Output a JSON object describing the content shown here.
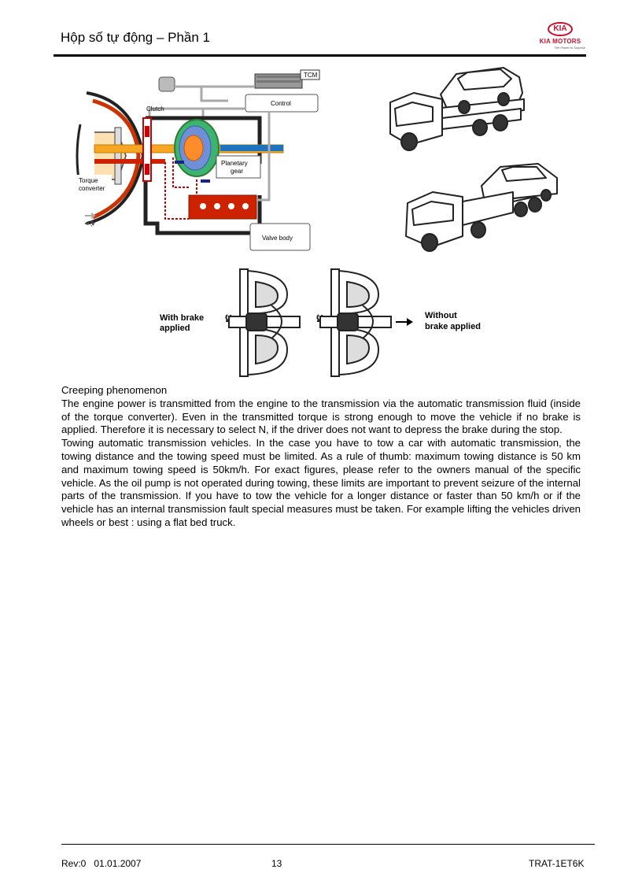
{
  "header": {
    "title": "Hộp số tự động – Phần 1",
    "logo": {
      "mark": "KIA",
      "brand": "KIA MOTORS",
      "tagline": "The Power to Surprise"
    }
  },
  "figures": {
    "transmission": {
      "tcm": "TCM",
      "control": "Control",
      "clutch": "Clutch",
      "planetary_line1": "Planetary",
      "planetary_line2": "gear",
      "torque_line1": "Torque",
      "torque_line2": "converter",
      "valve_body": "Valve body"
    },
    "creep": {
      "with_line1": "With brake",
      "with_line2": "applied",
      "without_line1": "Without",
      "without_line2": "brake applied"
    }
  },
  "content": {
    "heading": "Creeping phenomenon",
    "paragraph1": "The engine power is transmitted from the engine to the transmission via the automatic transmission fluid (inside of the torque converter). Even in the transmitted torque is strong enough to move the vehicle if no brake is applied. Therefore it is necessary to select N, if the driver does not want to depress the brake during the stop.",
    "paragraph2": "Towing automatic transmission vehicles. In the case you have to tow a car with automatic transmission, the towing distance and the towing speed must be limited. As a rule of thumb: maximum towing distance is 50 km and maximum towing speed is 50km/h. For exact figures, please refer to the owners manual of the specific vehicle. As the oil pump is not operated during towing, these limits are important to prevent seizure of the internal parts of the transmission. If you have to tow the vehicle for a longer distance or faster than 50 km/h or if the vehicle has an internal transmission fault special measures must be taken. For example lifting the vehicles driven wheels or best : using a flat bed truck."
  },
  "footer": {
    "revision": "Rev:0   01.01.2007",
    "page": "13",
    "code": "TRAT-1ET6K"
  }
}
